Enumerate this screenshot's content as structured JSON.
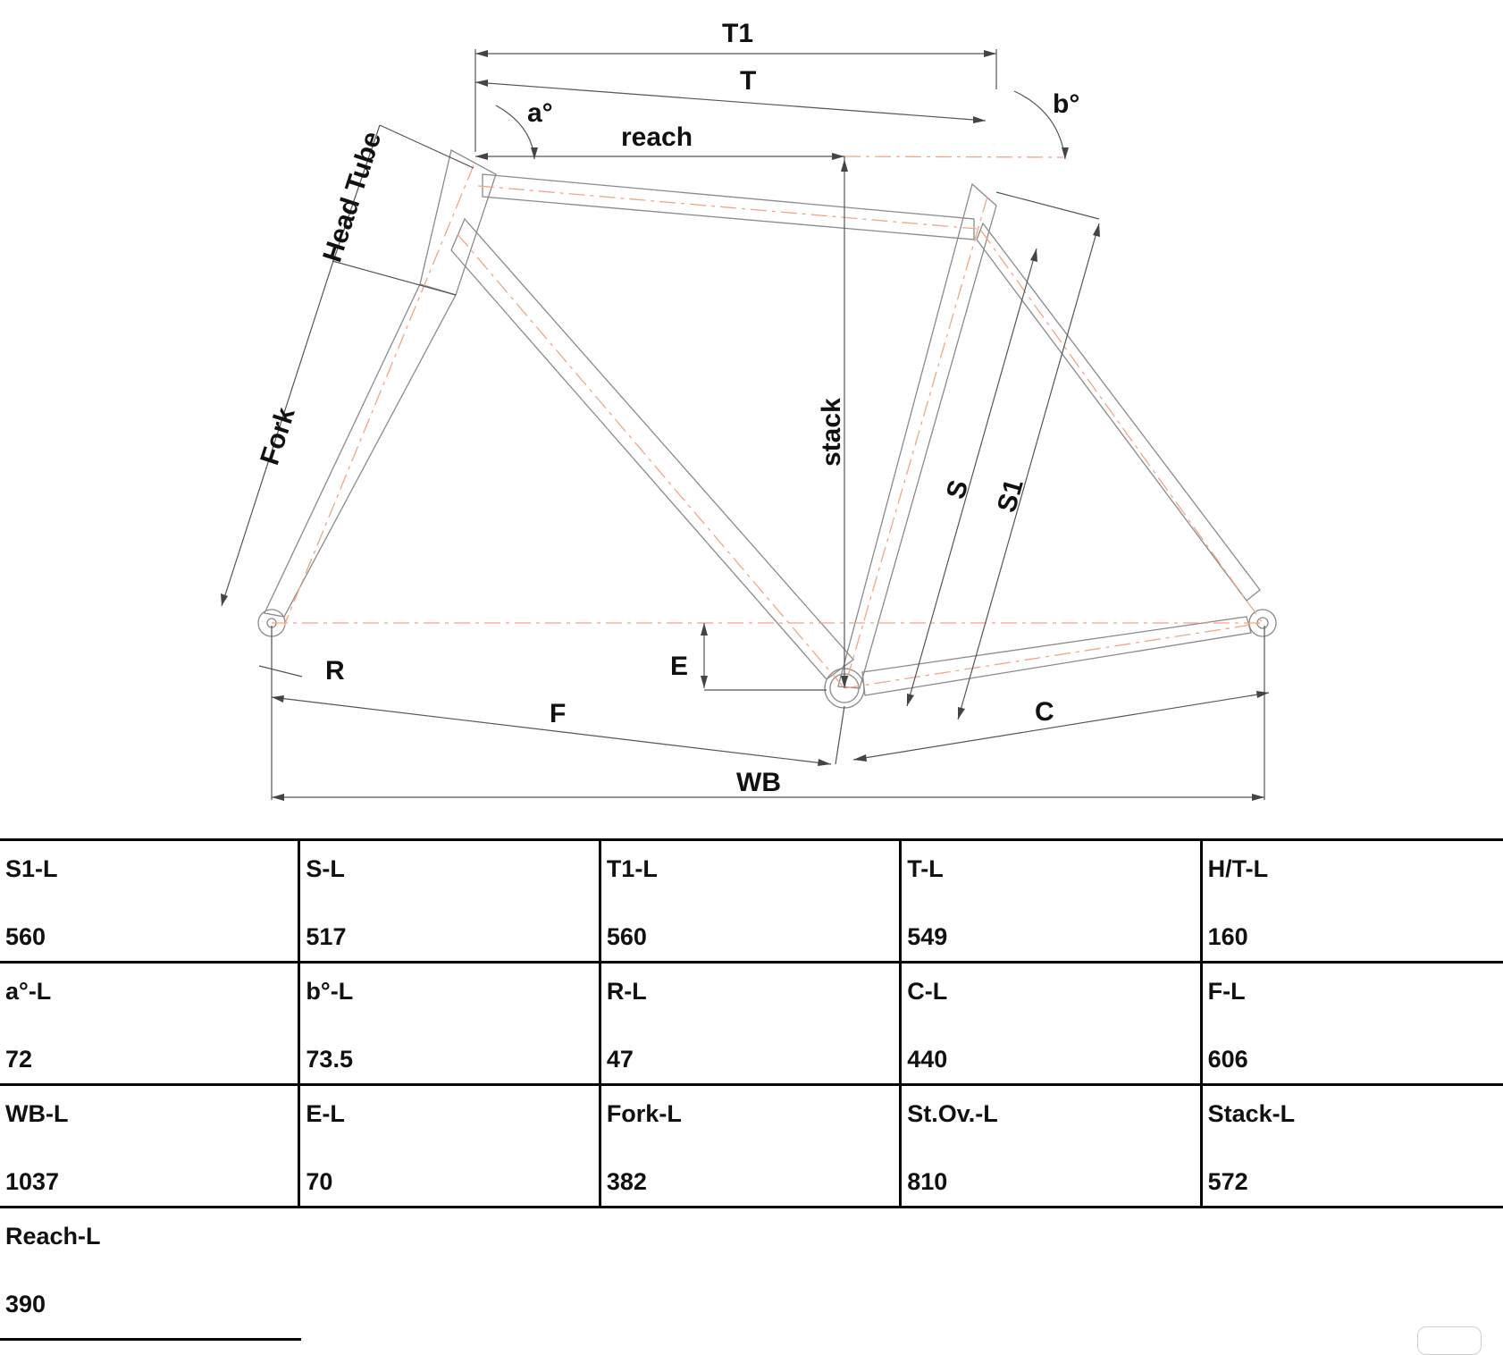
{
  "diagram": {
    "labels": {
      "t1": "T1",
      "t": "T",
      "a": "a°",
      "b": "b°",
      "reach": "reach",
      "head_tube": "Head Tube",
      "fork": "Fork",
      "stack": "stack",
      "s": "S",
      "s1": "S1",
      "r": "R",
      "e": "E",
      "f": "F",
      "c": "C",
      "wb": "WB"
    },
    "colors": {
      "line": "#8a8a8a",
      "centerline": "#f0a585",
      "text": "#111111"
    }
  },
  "table": {
    "rows": [
      [
        {
          "label": "S1-L",
          "value": "560"
        },
        {
          "label": "S-L",
          "value": "517"
        },
        {
          "label": "T1-L",
          "value": "560"
        },
        {
          "label": "T-L",
          "value": "549"
        },
        {
          "label": "H/T-L",
          "value": "160"
        }
      ],
      [
        {
          "label": "a°-L",
          "value": "72"
        },
        {
          "label": "b°-L",
          "value": "73.5"
        },
        {
          "label": "R-L",
          "value": "47"
        },
        {
          "label": "C-L",
          "value": "440"
        },
        {
          "label": "F-L",
          "value": "606"
        }
      ],
      [
        {
          "label": "WB-L",
          "value": "1037"
        },
        {
          "label": "E-L",
          "value": "70"
        },
        {
          "label": "Fork-L",
          "value": "382"
        },
        {
          "label": "St.Ov.-L",
          "value": "810"
        },
        {
          "label": "Stack-L",
          "value": "572"
        }
      ],
      [
        {
          "label": "Reach-L",
          "value": "390"
        }
      ]
    ]
  }
}
